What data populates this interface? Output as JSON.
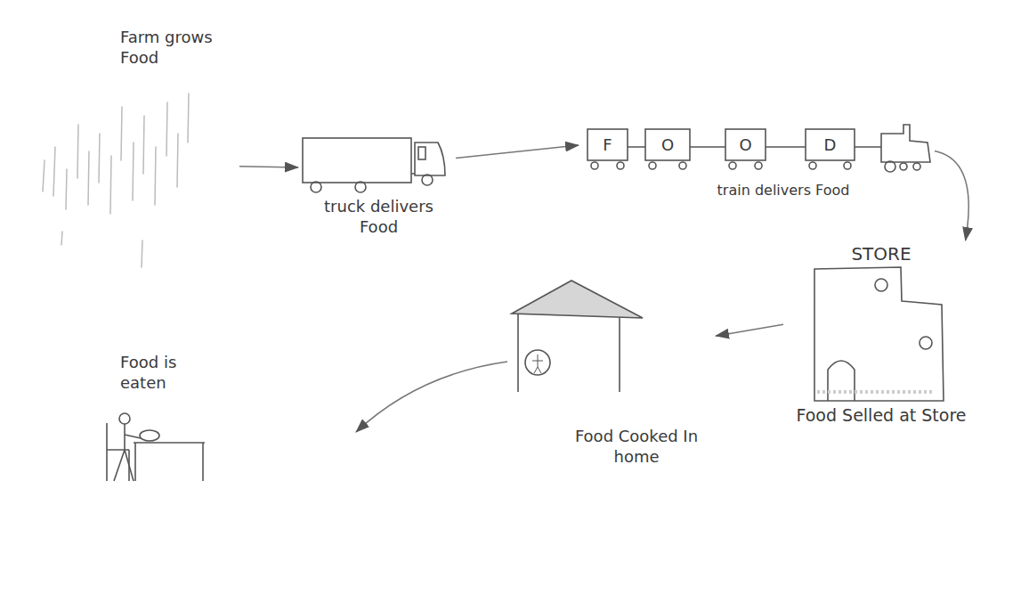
{
  "diagram": {
    "nodes": [
      {
        "text": [
          "Farm grows Food"
        ]
      },
      {
        "text": [
          "truck delivers Food"
        ]
      },
      {
        "text": [
          "F",
          "O",
          "O",
          "D",
          "train delivers Food"
        ]
      },
      {
        "text": [
          "STORE",
          "Food Selled at Store"
        ]
      },
      {
        "text": [
          "Food Cooked In home"
        ]
      },
      {
        "text": [
          "Food is eaten"
        ]
      }
    ],
    "edges": [
      {
        "from": 0,
        "to": 1,
        "arrow": "to"
      },
      {
        "from": 1,
        "to": 2,
        "arrow": "to"
      },
      {
        "from": 2,
        "to": 3,
        "arrow": "to"
      },
      {
        "from": 3,
        "to": 4,
        "arrow": "to"
      },
      {
        "from": 4,
        "to": 5,
        "arrow": "to"
      }
    ]
  }
}
